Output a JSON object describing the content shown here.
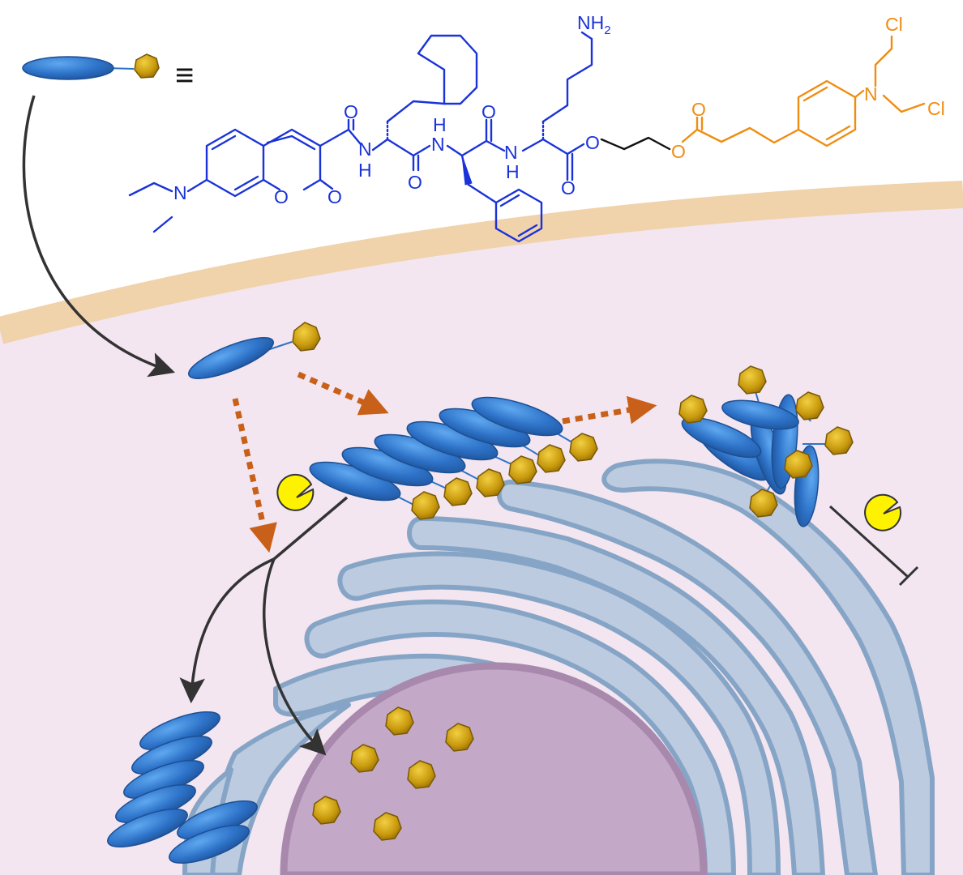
{
  "colors": {
    "peptide": "#1a33d9",
    "drug": "#f08c10",
    "linker": "#111111",
    "membrane": "#f0d2ab",
    "cytoplasm": "#f3e6f0",
    "er": "#bccbe0",
    "er_edge": "#86a5c6",
    "nucleus": "#c3a9c7",
    "nucleus_edge": "#a889ad",
    "carrier": "#2e73c9",
    "payload": "#c99a0e",
    "enzyme": "#fff200",
    "process_arrow": "#c8601a",
    "path_arrow": "#333333"
  },
  "icons": {
    "carrier": "blue-ellipse-icon",
    "payload": "gold-heptagon-icon",
    "enzyme": "yellow-pacman-icon"
  },
  "legend": {
    "equiv_symbol": "≡"
  },
  "structure": {
    "atoms": {
      "diethyl_n": "N",
      "coumarin_o_ring": "O",
      "coumarin_o_carbonyl": "O",
      "amide1_o": "O",
      "amide1_n": "N",
      "amide1_h": "H",
      "phe1_o": "O",
      "amide2_n": "N",
      "amide2_h": "H",
      "phe2_o": "O",
      "amide3_n": "N",
      "amide3_h": "H",
      "lys_nh2_n": "NH",
      "lys_nh2_sub": "2",
      "ester1_o_single": "O",
      "ester1_o_double": "O",
      "ester2_o_single": "O",
      "ester2_o_double": "O",
      "mustard_n": "N",
      "cl_top": "Cl",
      "cl_right": "Cl"
    }
  }
}
